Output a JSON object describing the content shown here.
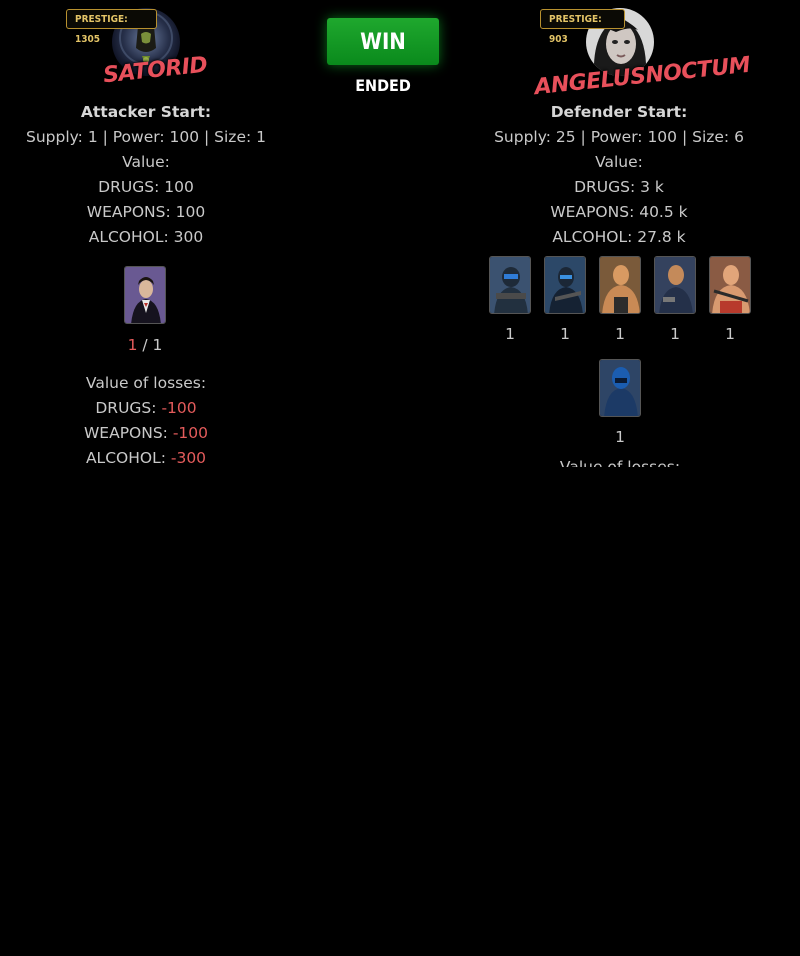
{
  "attacker": {
    "prestige": "PRESTIGE: 1305",
    "name": "SATORID",
    "start_title": "Attacker Start:",
    "stats": "Supply: 1 | Power: 100 | Size: 1",
    "value_title": "Value:",
    "drugs": "DRUGS: 100",
    "weapons": "WEAPONS: 100",
    "alcohol": "ALCOHOL: 300",
    "unit_alive": "1",
    "unit_sep": " / ",
    "unit_total": "1",
    "losses_title": "Value of losses:",
    "loss_drugs_label": "DRUGS: ",
    "loss_drugs": "-100",
    "loss_weapons_label": "WEAPONS: ",
    "loss_weapons": "-100",
    "loss_alcohol_label": "ALCOHOL: ",
    "loss_alcohol": "-300"
  },
  "battle": {
    "result": "WIN",
    "status": "ENDED"
  },
  "defender": {
    "prestige": "PRESTIGE: 903",
    "name": "ANGELUSNOCTUM",
    "start_title": "Defender Start:",
    "stats": "Supply: 25 | Power: 100 | Size: 6",
    "value_title": "Value:",
    "drugs": "DRUGS: 3 k",
    "weapons": "WEAPONS: 40.5 k",
    "alcohol": "ALCOHOL: 27.8 k",
    "units": [
      {
        "count": "1",
        "icon": "armored-soldier-unit"
      },
      {
        "count": "1",
        "icon": "tactical-gunman-unit"
      },
      {
        "count": "1",
        "icon": "bald-brawler-unit"
      },
      {
        "count": "1",
        "icon": "bald-gunman-unit"
      },
      {
        "count": "1",
        "icon": "chained-fighter-unit"
      }
    ],
    "lost_unit_count": "1",
    "losses_title_partial": "Value of losses:"
  },
  "colors": {
    "background": "#000000",
    "player_name": "#e8505b",
    "prestige_border": "#b8912f",
    "prestige_text": "#e3c467",
    "win_button": "#13a125",
    "negative_value": "#e35b5b"
  }
}
